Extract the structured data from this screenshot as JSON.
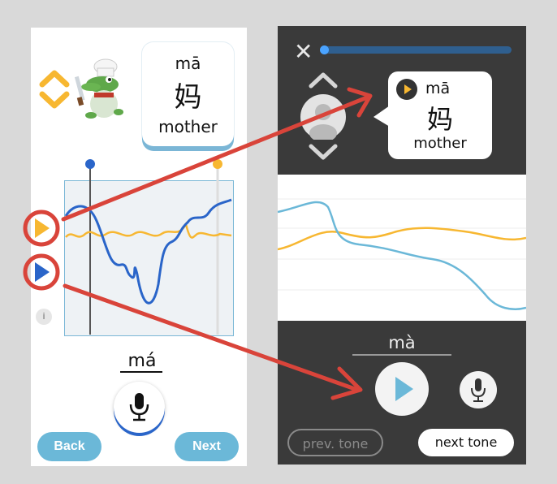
{
  "colors": {
    "accent_blue": "#2a65c9",
    "accent_orange": "#f7b731",
    "annotation_red": "#d9443a",
    "button_blue": "#6bb8d8",
    "dark_panel": "#3a3a3a"
  },
  "left_screen": {
    "bubble": {
      "pinyin": "mā",
      "hanzi": "妈",
      "meaning": "mother"
    },
    "info_label": "i",
    "tone_label": "má",
    "back_label": "Back",
    "next_label": "Next",
    "icons": [
      "chevron-up-icon",
      "chevron-down-icon",
      "crocodile-chef-mascot",
      "play-orange-icon",
      "play-blue-icon",
      "microphone-icon"
    ]
  },
  "right_screen": {
    "bubble": {
      "pinyin": "mā",
      "hanzi": "妈",
      "meaning": "mother"
    },
    "tone_label": "mà",
    "prev_tone_label": "prev. tone",
    "next_tone_label": "next tone",
    "icons": [
      "close-icon",
      "chevron-up-icon",
      "chevron-down-icon",
      "avatar-icon",
      "play-icon",
      "microphone-icon"
    ]
  }
}
